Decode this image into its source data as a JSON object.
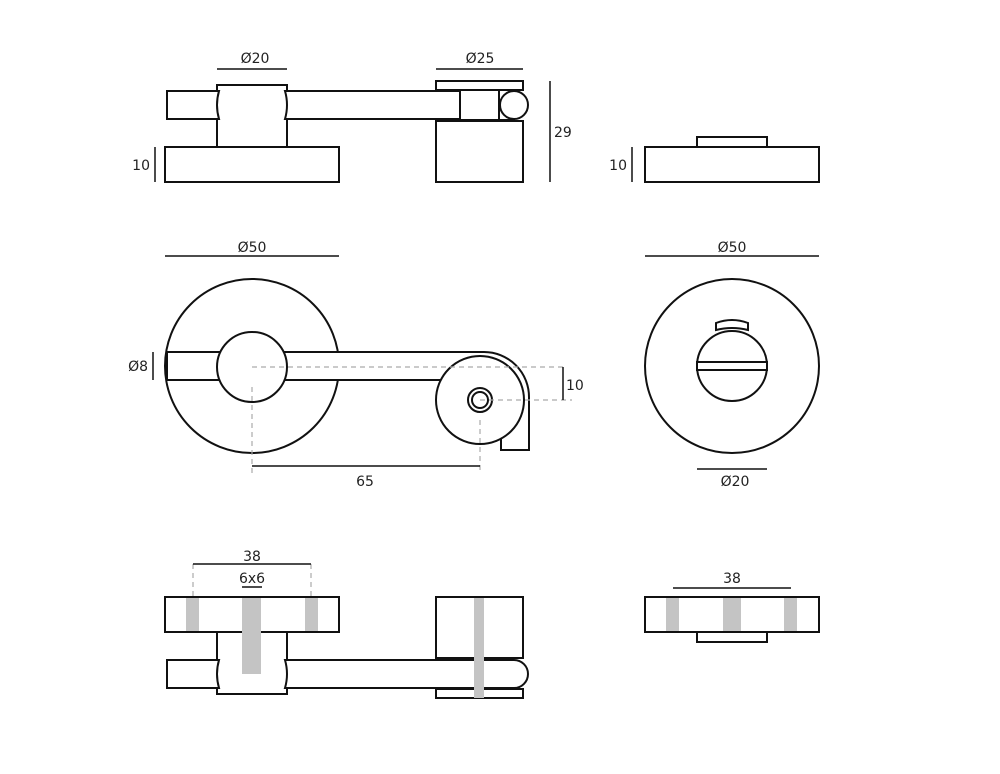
{
  "dimensions": {
    "top_rose_dia": "Ø20",
    "top_lever_pin_dia": "Ø25",
    "top_total_height": "29",
    "top_rose_thickness": "10",
    "top_right_rose_thickness": "10",
    "mid_rose_dia": "Ø50",
    "mid_right_rose_dia": "Ø50",
    "mid_lever_dia": "Ø8",
    "mid_offset": "10",
    "mid_center_distance": "65",
    "mid_right_knob_dia": "Ø20",
    "bottom_fixing_spacing": "38",
    "bottom_spindle_size": "6x6",
    "bottom_right_fixing_spacing": "38"
  },
  "colors": {
    "line": "#111111",
    "dashed": "#aaaaaa",
    "spindle": "#c4c4c4",
    "background": "#ffffff"
  }
}
